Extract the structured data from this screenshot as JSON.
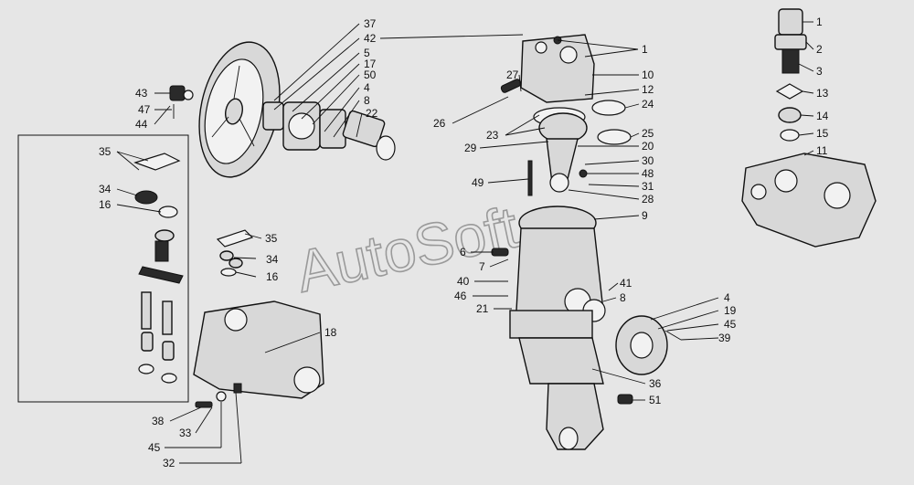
{
  "colors": {
    "background": "#e6e6e6",
    "ink": "#111111",
    "watermark": "#9a9a9a"
  },
  "watermark": "AutoSoft",
  "callouts": {
    "pulley": [
      "37",
      "42",
      "5",
      "17",
      "50",
      "4",
      "8",
      "22",
      "43",
      "47",
      "44"
    ],
    "head": [
      "1",
      "27",
      "10",
      "12",
      "24",
      "26",
      "23",
      "25",
      "29",
      "20",
      "30",
      "48",
      "49",
      "31",
      "28"
    ],
    "block": [
      "9",
      "6",
      "7",
      "40",
      "46",
      "21",
      "41",
      "8",
      "36",
      "51"
    ],
    "cover": [
      "4",
      "19",
      "45",
      "39"
    ],
    "valve": [
      "1",
      "2",
      "3",
      "13",
      "14",
      "15",
      "11"
    ],
    "box": [
      "35",
      "34",
      "16"
    ],
    "reed": [
      "35",
      "34",
      "16"
    ],
    "housing": [
      "18",
      "38",
      "33",
      "45",
      "32"
    ]
  }
}
